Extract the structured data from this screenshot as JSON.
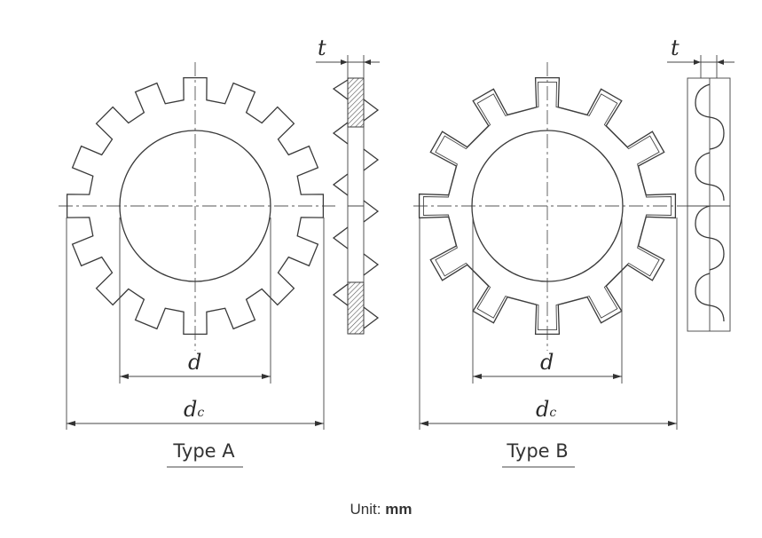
{
  "type_a": {
    "label": "Type A",
    "inner_diameter_symbol": "d",
    "outer_diameter_symbol": "d",
    "outer_diameter_subscript": "c",
    "thickness_symbol": "t"
  },
  "type_b": {
    "label": "Type B",
    "inner_diameter_symbol": "d",
    "outer_diameter_symbol": "d",
    "outer_diameter_subscript": "c",
    "thickness_symbol": "t"
  },
  "unit": {
    "label": "Unit:",
    "value": "mm"
  }
}
